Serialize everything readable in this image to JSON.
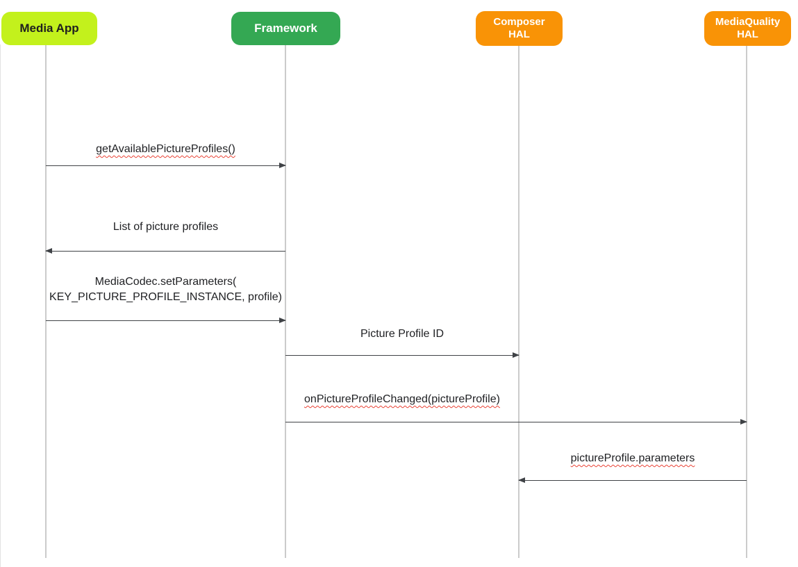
{
  "diagram_type": "sequence-diagram",
  "actors": [
    {
      "label": "Media App",
      "color": "#c3f11c",
      "text_color": "#1f1f1f"
    },
    {
      "label": "Framework",
      "color": "#34a853",
      "text_color": "#ffffff"
    },
    {
      "label": "Composer HAL",
      "line1": "Composer",
      "line2": "HAL",
      "color": "#f99306",
      "text_color": "#ffffff"
    },
    {
      "label": "MediaQuality HAL",
      "line1": "MediaQuality",
      "line2": "HAL",
      "color": "#f99306",
      "text_color": "#ffffff"
    }
  ],
  "messages": [
    {
      "label": "getAvailablePictureProfiles()",
      "from": "Media App",
      "to": "Framework",
      "direction": "right",
      "spellcheck": true
    },
    {
      "label": "List of picture profiles",
      "from": "Framework",
      "to": "Media App",
      "direction": "left",
      "spellcheck": false
    },
    {
      "label": "MediaCodec.setParameters( KEY_PICTURE_PROFILE_INSTANCE, profile)",
      "line1": "MediaCodec.setParameters(",
      "line2": "KEY_PICTURE_PROFILE_INSTANCE, profile)",
      "from": "Media App",
      "to": "Framework",
      "direction": "right",
      "spellcheck": false
    },
    {
      "label": "Picture Profile ID",
      "from": "Framework",
      "to": "Composer HAL",
      "direction": "right",
      "spellcheck": false
    },
    {
      "label": "onPictureProfileChanged(pictureProfile)",
      "from": "Framework",
      "to": "MediaQuality HAL",
      "direction": "right",
      "spellcheck": true
    },
    {
      "label": "pictureProfile.parameters",
      "from": "MediaQuality HAL",
      "to": "Composer HAL",
      "direction": "left",
      "spellcheck": true
    }
  ],
  "colors": {
    "background": "#ffffff",
    "lifeline": "#cbcbcb",
    "arrow": "#3f4246",
    "label_text": "#202124",
    "spellcheck_underline": "#e94235",
    "canvas_edge": "#e2e2e2"
  }
}
